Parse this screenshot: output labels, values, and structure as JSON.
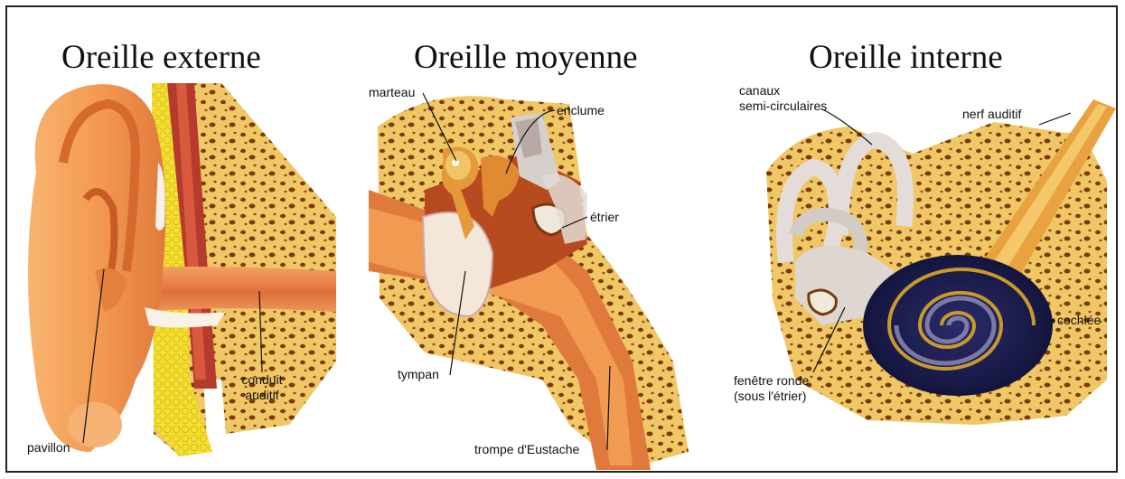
{
  "colors": {
    "skin": "#f3a15a",
    "skin_light": "#f9c98a",
    "bone": "#efc765",
    "bone_dark": "#c9862a",
    "pore": "#7a3a0c",
    "canal": "#e07a3c",
    "muscle": "#b73a2e",
    "fat": "#f4e030",
    "ossicle": "#e59a3a",
    "labyrinth": "#ddd3cf",
    "cochlea": "#1d1e52",
    "cochlea_stripe": "#c79a2a"
  },
  "panels": {
    "external": {
      "title": "Oreille externe",
      "labels": {
        "pavillon": "pavillon",
        "conduit_line1": "conduit",
        "conduit_line2": "auditif"
      }
    },
    "middle": {
      "title": "Oreille moyenne",
      "labels": {
        "marteau": "marteau",
        "enclume": "enclume",
        "etrier": "étrier",
        "tympan": "tympan",
        "trompe": "trompe d'Eustache"
      }
    },
    "internal": {
      "title": "Oreille interne",
      "labels": {
        "canaux_line1": "canaux",
        "canaux_line2": "semi-circulaires",
        "nerf": "nerf auditif",
        "cochlee": "cochlée",
        "fenetre_line1": "fenêtre ronde",
        "fenetre_line2": "(sous l'étrier)"
      }
    }
  }
}
